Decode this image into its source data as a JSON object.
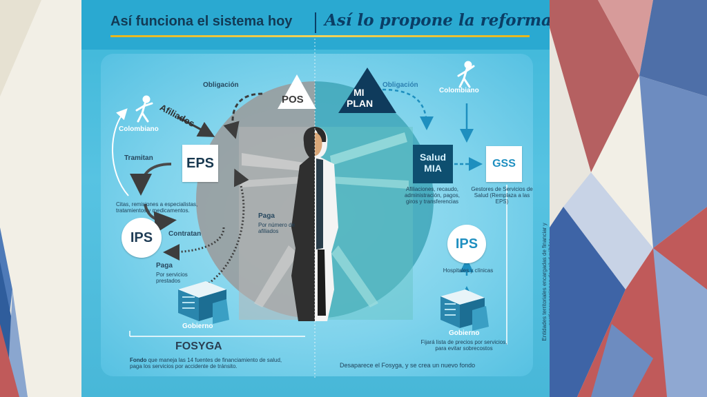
{
  "titles": {
    "left": "Así funciona el sistema hoy",
    "right": "Así lo propone la reforma"
  },
  "left": {
    "colombiano": "Colombiano",
    "afiliados": "Afiliados",
    "obligacion": "Obligación",
    "pos": "POS",
    "eps": "EPS",
    "tramitan": "Tramitan",
    "citas": "Citas, remisiones a especialistas, tratamientos y medicamentos.",
    "ips": "IPS",
    "contratan": "Contratan",
    "paga_title": "Paga",
    "paga_desc": "Por número de afiliados",
    "paga2_title": "Paga",
    "paga2_desc": "Por servicios prestados",
    "gobierno": "Gobierno",
    "fosyga": "FOSYGA",
    "fondo_bold": "Fondo",
    "fondo_rest": " que maneja las 14 fuentes de financiamiento de salud, paga los servicios por accidente de tránsito."
  },
  "right": {
    "mi": "MI",
    "plan": "PLAN",
    "obligacion": "Obligación",
    "colombiano": "Colombiano",
    "salud": "Salud",
    "mia": "MIA",
    "gss": "GSS",
    "afiliaciones": "Afiliaciones, recaudo, administración, pagos, giros y transferencias",
    "gestores": "Gestores de Servicios de Salud (Remplaza a las EPS)",
    "ips": "IPS",
    "hospitales": "Hospitales y clínicas",
    "gobierno": "Gobierno",
    "fijara": "Fijará lista de precios por servicios, para evitar sobrecostos",
    "entidades": "Entidades territoriales encargadas de financiar y gestionar acciones de salud pública",
    "desaparece": "Desaparece el Fosyga, y se crea un nuevo fondo"
  },
  "colors": {
    "panel_bg": "#3cb6d8",
    "title_dark": "#123a55",
    "underline": "#e8b61a",
    "salud_box": "#0e4f70"
  }
}
